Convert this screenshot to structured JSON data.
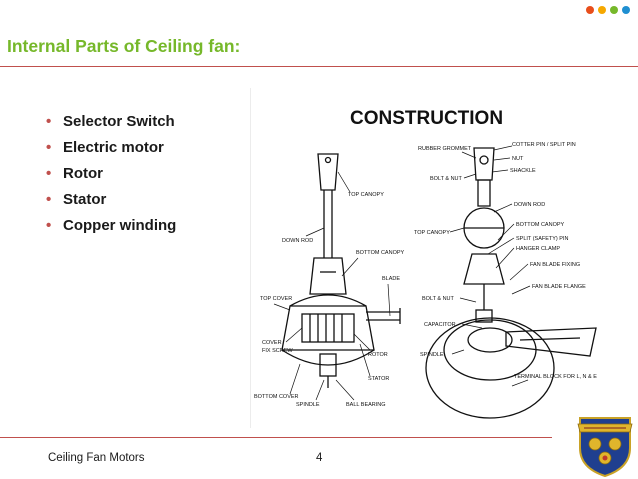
{
  "header": {
    "dot_colors": [
      "#e84e1b",
      "#f6a800",
      "#76b82a",
      "#1f8fd1"
    ]
  },
  "slide": {
    "title": "Internal Parts of Ceiling fan:",
    "bullets": [
      "Selector Switch",
      "Electric motor",
      "Rotor",
      "Stator",
      "Copper winding"
    ]
  },
  "diagram": {
    "heading": "CONSTRUCTION",
    "left_labels": {
      "top_canopy": "TOP CANOPY",
      "down_rod": "DOWN ROD",
      "bottom_canopy": "BOTTOM CANOPY",
      "blade": "BLADE",
      "top_cover": "TOP COVER",
      "cover_fix": "COVER",
      "fix_screw": "FIX SCREW",
      "rotor": "ROTOR",
      "stator": "STATOR",
      "bottom_cover": "BOTTOM COVER",
      "spindle": "SPINDLE",
      "ball_bearing": "BALL BEARING"
    },
    "right_labels": {
      "rubber_grommet": "RUBBER GROMMET",
      "cotter_pin": "COTTER PIN / SPLIT PIN",
      "nut": "NUT",
      "bolt_nut_top": "BOLT & NUT",
      "shackle": "SHACKLE",
      "down_rod": "DOWN ROD",
      "top_canopy": "TOP CANOPY",
      "bottom_canopy": "BOTTOM CANOPY",
      "split_pin": "SPLIT (SAFETY) PIN",
      "hanger_clamp": "HANGER CLAMP",
      "fan_blade_fixing": "FAN BLADE FIXING",
      "bolt_nut_bottom": "BOLT & NUT",
      "fan_blade_flange": "FAN BLADE FLANGE",
      "capacitor": "CAPACITOR",
      "spindle": "SPINDLE",
      "terminal_block": "TERMINAL BLOCK FOR L, N & E"
    }
  },
  "footer": {
    "left": "Ceiling Fan Motors",
    "page": "4"
  }
}
